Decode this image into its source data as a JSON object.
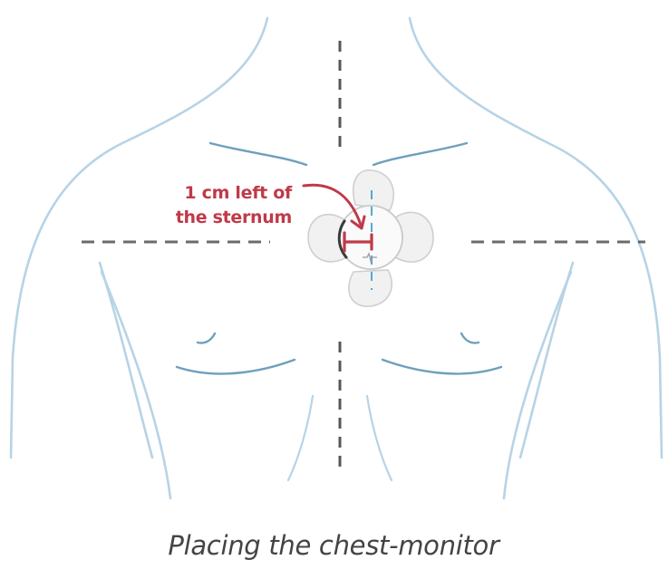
{
  "annotation": {
    "line1": "1 cm left of",
    "line2": "the sternum"
  },
  "caption": "Placing the chest-monitor",
  "colors": {
    "body_outline": "#b7d3e6",
    "body_detail": "#6e9fbd",
    "guide_dash": "#3a3a3a",
    "annotation": "#c03a48",
    "device_fill": "#f1f1f1",
    "device_stroke": "#c9c9c9",
    "caption": "#444444"
  },
  "icons": {
    "device": "chest-monitor-device-icon",
    "arrow": "curved-arrow-icon",
    "measure": "measurement-bracket-icon"
  }
}
